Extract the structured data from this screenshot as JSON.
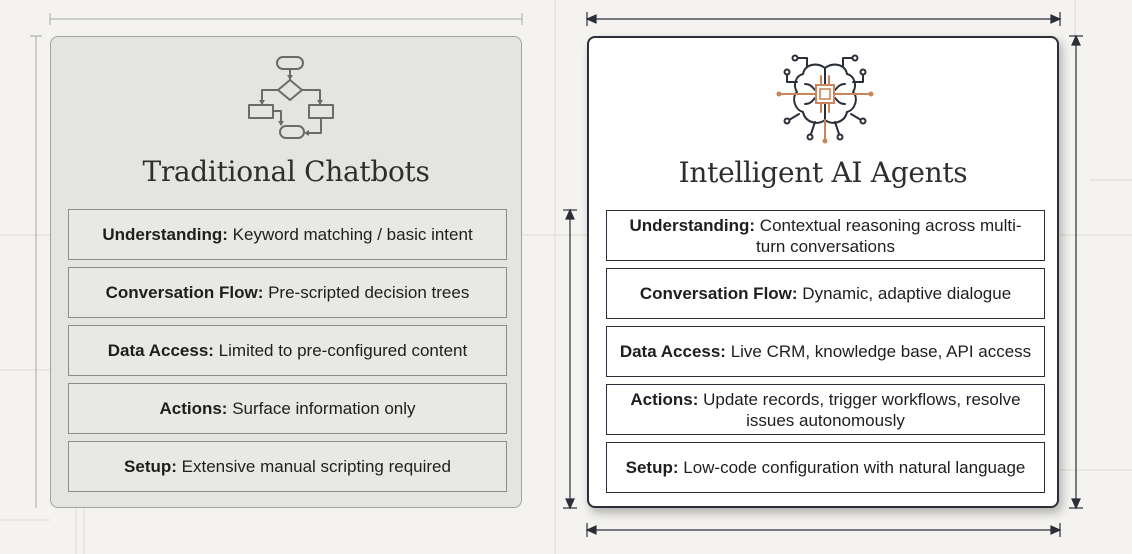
{
  "cards": [
    {
      "title": "Traditional Chatbots",
      "icon": "flowchart-icon",
      "rows": [
        {
          "label": "Understanding:",
          "value": "Keyword matching / basic intent"
        },
        {
          "label": "Conversation Flow:",
          "value": "Pre-scripted decision trees"
        },
        {
          "label": "Data Access:",
          "value": "Limited to pre-configured content"
        },
        {
          "label": "Actions:",
          "value": "Surface information only"
        },
        {
          "label": "Setup:",
          "value": "Extensive manual scripting required"
        }
      ]
    },
    {
      "title": "Intelligent AI Agents",
      "icon": "ai-brain-circuit-icon",
      "rows": [
        {
          "label": "Understanding:",
          "value": "Contextual reasoning across multi-turn conversations"
        },
        {
          "label": "Conversation Flow:",
          "value": "Dynamic, adaptive dialogue"
        },
        {
          "label": "Data Access:",
          "value": "Live CRM, knowledge base, API access"
        },
        {
          "label": "Actions:",
          "value": "Update records, trigger workflows, resolve issues autonomously"
        },
        {
          "label": "Setup:",
          "value": "Low-code configuration with natural language"
        }
      ]
    }
  ],
  "colors": {
    "background": "#f4f3ef",
    "left_card": "#e4e4e0",
    "right_card": "#ffffff",
    "icon_dark": "#2b2f3a",
    "icon_accent": "#c9865a"
  }
}
